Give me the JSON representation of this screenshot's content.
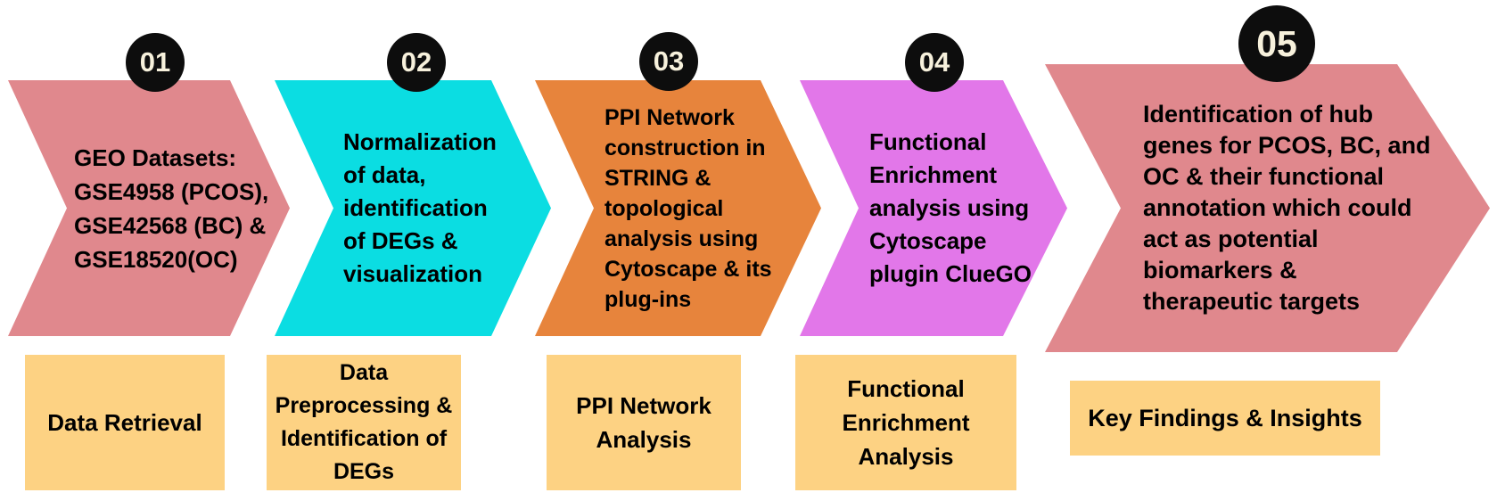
{
  "diagram": {
    "type": "process-flow",
    "colors": {
      "badge_bg": "#0d0d0d",
      "badge_text": "#f7f1dc",
      "label_bg": "#fdd283",
      "arrow_pink": "#e0888d",
      "arrow_cyan": "#0bdde2",
      "arrow_orange": "#e7843c",
      "arrow_magenta": "#e277e9",
      "background": "#ffffff"
    },
    "steps": [
      {
        "number": "01",
        "arrow_color": "#e0888d",
        "arrow_text": "GEO Datasets:\nGSE4958 (PCOS),\nGSE42568 (BC) &\nGSE18520(OC)",
        "label": "Data Retrieval"
      },
      {
        "number": "02",
        "arrow_color": "#0bdde2",
        "arrow_text": "Normalization\nof data,\nidentification\nof DEGs &\nvisualization",
        "label": "Data\nPreprocessing &\nIdentification of\nDEGs"
      },
      {
        "number": "03",
        "arrow_color": "#e7843c",
        "arrow_text": "PPI Network\nconstruction in\nSTRING &\ntopological\nanalysis using\nCytoscape & its\nplug-ins",
        "label": "PPI Network\nAnalysis"
      },
      {
        "number": "04",
        "arrow_color": "#e277e9",
        "arrow_text": "Functional\nEnrichment\nanalysis using\nCytoscape\nplugin ClueGO",
        "label": "Functional\nEnrichment\nAnalysis"
      },
      {
        "number": "05",
        "arrow_color": "#e0888d",
        "arrow_text": "Identification of hub\ngenes for PCOS, BC, and\nOC & their functional\nannotation which could\nact as potential\nbiomarkers &\ntherapeutic targets",
        "label": "Key Findings & Insights"
      }
    ]
  }
}
